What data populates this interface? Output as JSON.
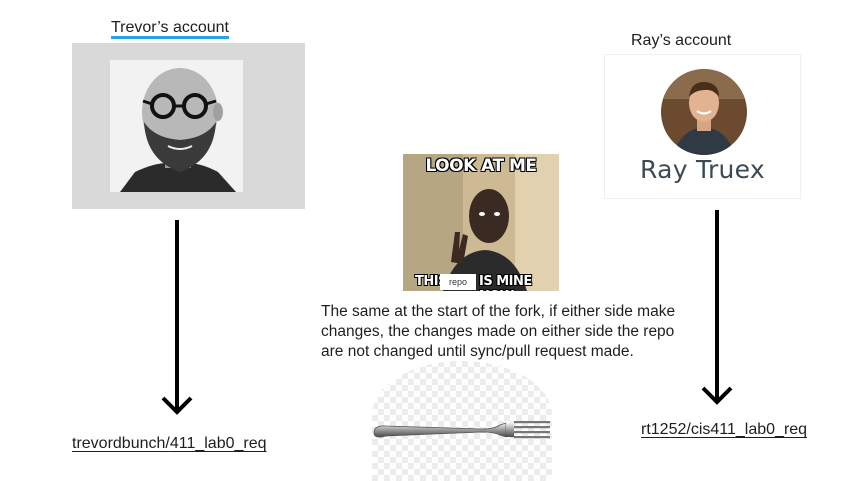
{
  "trevor": {
    "title": "Trevor’s account",
    "repo_user": "trevordbunch",
    "repo_sep": "/",
    "repo_name": "411_lab0_req"
  },
  "ray": {
    "title": "Ray’s account",
    "logo_name": "Ray Truex",
    "repo_user": "rt1252",
    "repo_sep": "/",
    "repo_name": "cis411_lab0_req"
  },
  "meme": {
    "top_text": "LOOK AT ME",
    "bottom_left": "THIS",
    "sticker": "repo",
    "bottom_right": "IS MINE NOW"
  },
  "description": "The same at the start of the fork, if either side make changes, the changes made on either side the repo are not changed until sync/pull request made.",
  "colors": {
    "accent_underline": "#2aa2e8",
    "arrow": "#000000"
  }
}
